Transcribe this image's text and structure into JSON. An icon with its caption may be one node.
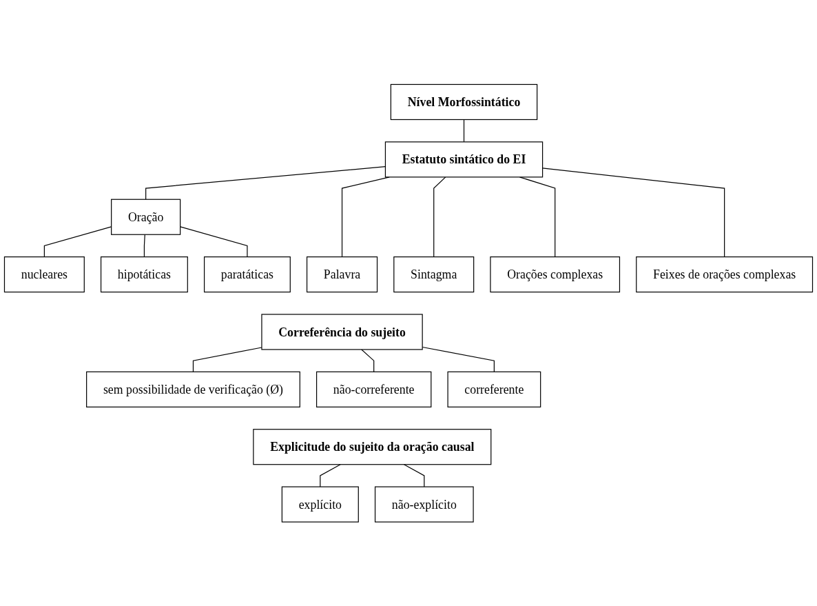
{
  "diagram": {
    "nodes": [
      {
        "text": [
          "Nível Morfossintático"
        ]
      },
      {
        "text": [
          "Estatuto sintático do EI"
        ]
      },
      {
        "text": [
          "Feixes de orações complexas"
        ]
      },
      {
        "text": [
          "Orações complexas"
        ]
      },
      {
        "text": [
          "Oração"
        ]
      },
      {
        "text": [
          "Sintagma"
        ]
      },
      {
        "text": [
          "Palavra"
        ]
      },
      {
        "text": [
          "paratáticas"
        ]
      },
      {
        "text": [
          "hipotáticas"
        ]
      },
      {
        "text": [
          "nucleares"
        ]
      },
      {
        "text": [
          "Correferência do sujeito"
        ]
      },
      {
        "text": [
          "correferente"
        ]
      },
      {
        "text": [
          "não-correferente"
        ]
      },
      {
        "text": [
          "sem possibilidade de verificação (Ø)"
        ]
      },
      {
        "text": [
          "Explicitude do sujeito da oração causal"
        ]
      },
      {
        "text": [
          "explícito"
        ]
      },
      {
        "text": [
          "não-explícito"
        ]
      }
    ],
    "edges": [
      {
        "from": 0,
        "to": 1,
        "arrow": "none"
      },
      {
        "from": 1,
        "to": 2,
        "arrow": "none"
      },
      {
        "from": 1,
        "to": 3,
        "arrow": "none"
      },
      {
        "from": 1,
        "to": 4,
        "arrow": "none"
      },
      {
        "from": 1,
        "to": 5,
        "arrow": "none"
      },
      {
        "from": 1,
        "to": 6,
        "arrow": "none"
      },
      {
        "from": 4,
        "to": 7,
        "arrow": "none"
      },
      {
        "from": 4,
        "to": 8,
        "arrow": "none"
      },
      {
        "from": 4,
        "to": 9,
        "arrow": "none"
      },
      {
        "from": 10,
        "to": 11,
        "arrow": "none"
      },
      {
        "from": 10,
        "to": 12,
        "arrow": "none"
      },
      {
        "from": 10,
        "to": 13,
        "arrow": "none"
      },
      {
        "from": 14,
        "to": 15,
        "arrow": "none"
      },
      {
        "from": 14,
        "to": 16,
        "arrow": "none"
      }
    ]
  }
}
